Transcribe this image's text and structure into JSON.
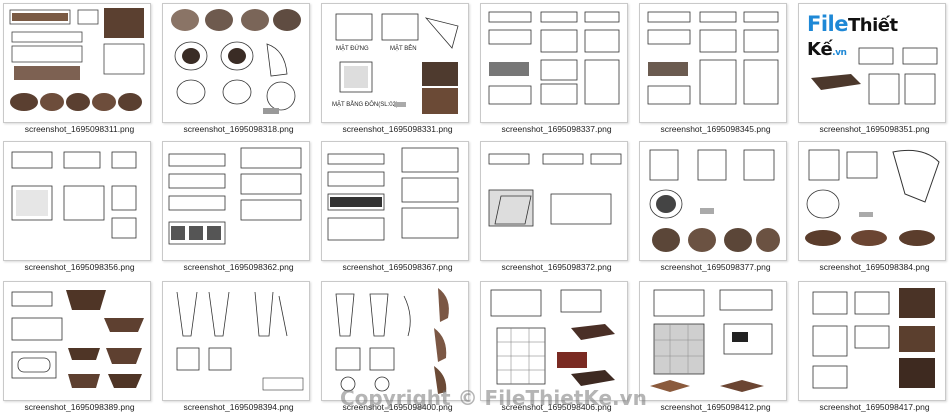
{
  "files": [
    {
      "name": "screenshot_1695098311.png"
    },
    {
      "name": "screenshot_1695098318.png"
    },
    {
      "name": "screenshot_1695098331.png"
    },
    {
      "name": "screenshot_1695098337.png"
    },
    {
      "name": "screenshot_1695098345.png"
    },
    {
      "name": "screenshot_1695098351.png"
    },
    {
      "name": "screenshot_1695098356.png"
    },
    {
      "name": "screenshot_1695098362.png"
    },
    {
      "name": "screenshot_1695098367.png"
    },
    {
      "name": "screenshot_1695098372.png"
    },
    {
      "name": "screenshot_1695098377.png"
    },
    {
      "name": "screenshot_1695098384.png"
    },
    {
      "name": "screenshot_1695098389.png"
    },
    {
      "name": "screenshot_1695098394.png"
    },
    {
      "name": "screenshot_1695098400.png"
    },
    {
      "name": "screenshot_1695098406.png"
    },
    {
      "name": "screenshot_1695098412.png"
    },
    {
      "name": "screenshot_1695098417.png"
    }
  ],
  "drawing_labels": {
    "mat_dung": "MẶT ĐỨNG",
    "mat_ben": "MẶT BÊN",
    "mat_bang": "MẶT BẰNG ĐÔN(SL:02)"
  },
  "logo": {
    "file": "File",
    "thiet_ke": "Thiết Kế",
    ".vn": ".vn"
  },
  "watermark": "Copyright © FileThietKe.vn",
  "colors": {
    "wood": "#6b4a36",
    "line": "#333333",
    "accent": "#1e88d6"
  }
}
